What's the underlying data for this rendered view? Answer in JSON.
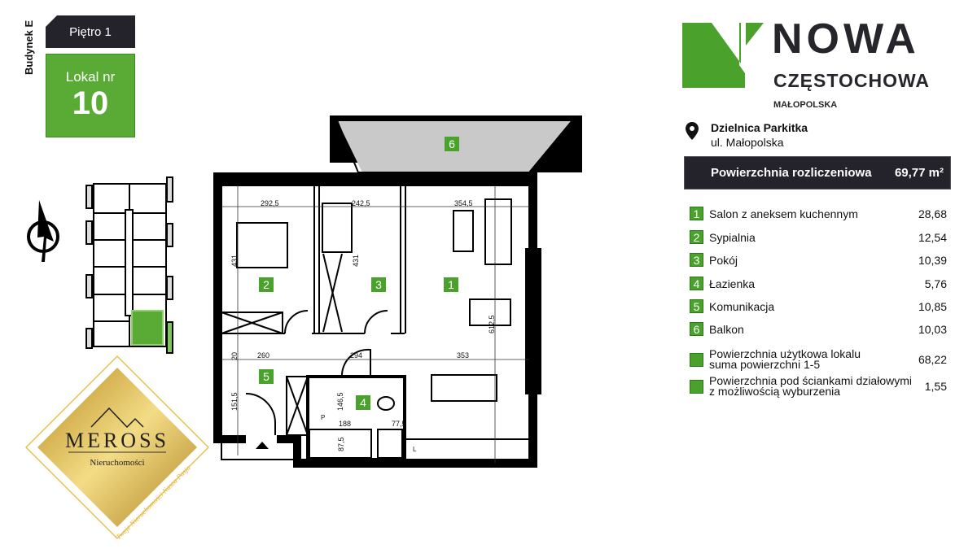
{
  "header": {
    "building": "Budynek E",
    "floor": "Piętro 1",
    "unit_label": "Lokal nr",
    "unit_number": "10"
  },
  "brand": {
    "line1": "NOWA",
    "line2": "CZĘSTOCHOWA",
    "line3": "MAŁOPOLSKA",
    "accent": "#4aa12b"
  },
  "location": {
    "district": "Dzielnica Parkitka",
    "street": "ul. Małopolska"
  },
  "billing_area": {
    "label": "Powierzchnia rozliczeniowa",
    "value": "69,77 m²"
  },
  "rooms": [
    {
      "no": "1",
      "name": "Salon z aneksem kuchennym",
      "area": "28,68"
    },
    {
      "no": "2",
      "name": "Sypialnia",
      "area": "12,54"
    },
    {
      "no": "3",
      "name": "Pokój",
      "area": "10,39"
    },
    {
      "no": "4",
      "name": "Łazienka",
      "area": "5,76"
    },
    {
      "no": "5",
      "name": "Komunikacja",
      "area": "10,85"
    },
    {
      "no": "6",
      "name": "Balkon",
      "area": "10,03"
    }
  ],
  "totals": [
    {
      "line1": "Powierzchnia użytkowa lokalu",
      "line2": "suma powierzchni 1-5",
      "value": "68,22"
    },
    {
      "line1": "Powierzchnia pod ściankami działowymi",
      "line2": "z możliwością wyburzenia",
      "value": "1,55"
    }
  ],
  "plan": {
    "dims": [
      "292,5",
      "242,5",
      "354,5",
      "431",
      "431",
      "612,5",
      "260",
      "294",
      "353",
      "20",
      "151,5",
      "146,5",
      "188",
      "77,5",
      "87,5"
    ],
    "marks": [
      "P",
      "L"
    ]
  },
  "watermark": {
    "name": "MEROSS",
    "sub": "Nieruchomości",
    "tagline": "Twoje Nieruchomości Nasza Pasja"
  }
}
